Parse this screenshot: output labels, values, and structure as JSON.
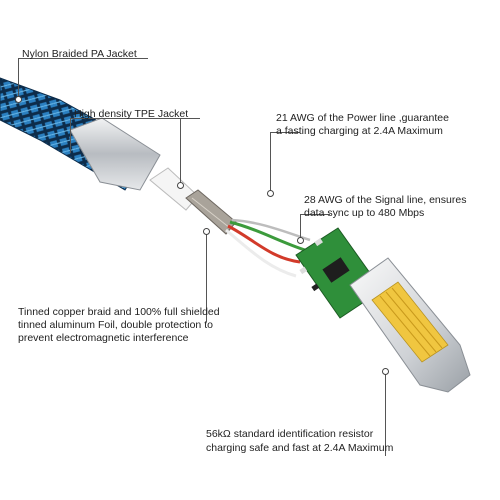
{
  "callouts": {
    "jacket": "Nylon Braided PA Jacket",
    "tpe": "High density TPE Jacket",
    "power": [
      "21 AWG of the Power line ,guarantee",
      "a fasting charging at 2.4A Maximum"
    ],
    "signal": [
      "28 AWG of the Signal line, ensures",
      "data sync up to 480 Mbps"
    ],
    "shield": [
      "Tinned copper braid and 100% full shielded",
      "tinned aluminum Foil, double protection to",
      "prevent electromagnetic interference"
    ],
    "resistor": [
      "56kΩ   standard identification resistor",
      "charging safe and fast at 2.4A Maximum"
    ]
  },
  "colors": {
    "braid": "#2a7fc0",
    "braid_dark": "#0d2c4a",
    "pcb": "#2f8f3a",
    "metal": "#c9ccd0",
    "wire_red": "#d23a2a",
    "wire_green": "#3c9b3c"
  }
}
